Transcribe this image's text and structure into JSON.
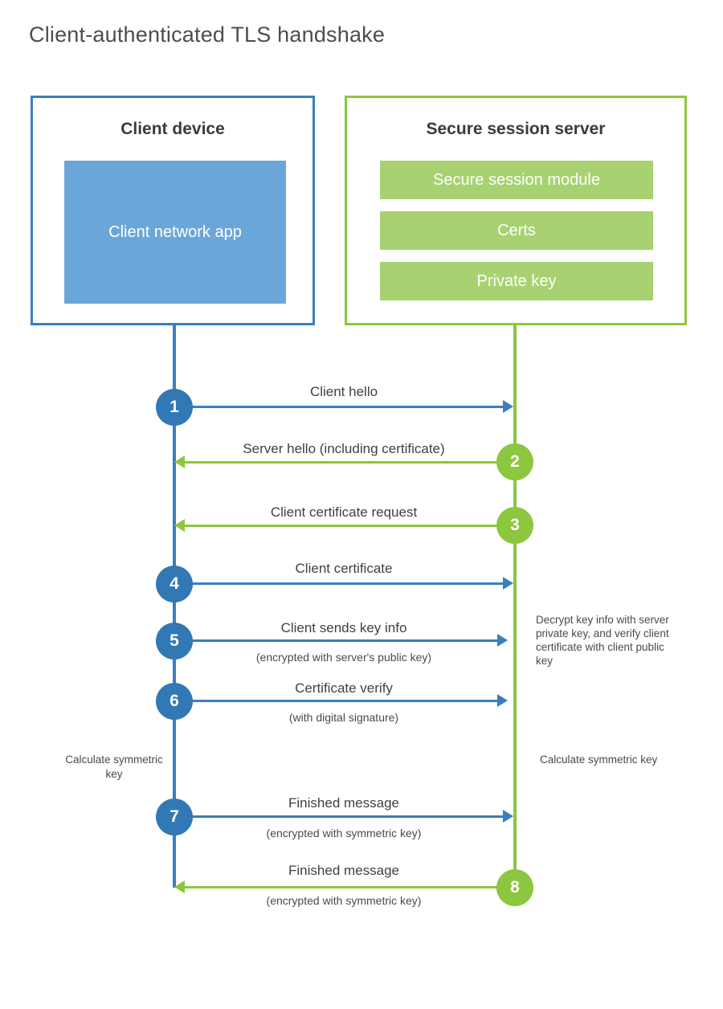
{
  "title": "Client-authenticated TLS handshake",
  "colors": {
    "blue_border": "#3a7ebf",
    "blue_fill": "#6aa7d8",
    "blue_circle": "#3178b5",
    "green_border": "#8cc63e",
    "green_fill": "#a8d272",
    "green_circle": "#8dc63f",
    "text": "#404040",
    "title_text": "#4d4d4d"
  },
  "actors": {
    "client": {
      "title": "Client device",
      "app_label": "Client network app"
    },
    "server": {
      "title": "Secure session server",
      "items": [
        {
          "label": "Secure session module"
        },
        {
          "label": "Certs"
        },
        {
          "label": "Private key"
        }
      ]
    }
  },
  "steps": [
    {
      "number": "1",
      "label": "Client hello",
      "sub": "",
      "direction": "client-to-server",
      "color": "blue"
    },
    {
      "number": "2",
      "label": "Server hello (including certificate)",
      "sub": "",
      "direction": "server-to-client",
      "color": "green"
    },
    {
      "number": "3",
      "label": "Client certificate request",
      "sub": "",
      "direction": "server-to-client",
      "color": "green"
    },
    {
      "number": "4",
      "label": "Client certificate",
      "sub": "",
      "direction": "client-to-server",
      "color": "blue"
    },
    {
      "number": "5",
      "label": "Client sends key info",
      "sub": "(encrypted with server's public key)",
      "direction": "client-to-server",
      "color": "blue"
    },
    {
      "number": "6",
      "label": "Certificate verify",
      "sub": "(with digital signature)",
      "direction": "client-to-server",
      "color": "blue"
    },
    {
      "number": "7",
      "label": "Finished message",
      "sub": "(encrypted with symmetric key)",
      "direction": "client-to-server",
      "color": "blue"
    },
    {
      "number": "8",
      "label": "Finished message",
      "sub": "(encrypted with symmetric key)",
      "direction": "server-to-client",
      "color": "green"
    }
  ],
  "notes": {
    "server_decrypt": "Decrypt key info with server private key, and verify client certificate with client public key",
    "client_calc": "Calculate symmetric key",
    "server_calc": "Calculate symmetric key"
  }
}
